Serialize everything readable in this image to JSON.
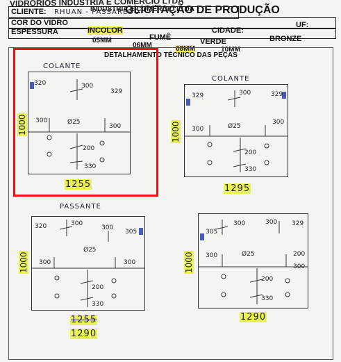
{
  "header": {
    "top_line": "VIDRORIOS INDUSTRIA E COMÉRCIO LTDA",
    "title": "OLICITAÇÃO DE PRODUÇÃO",
    "cliente_label": "CLIENTE:",
    "cliente_value": "RHUAN - PASSAREDO",
    "company": "INDUSTRIA E COMÉRCIO LTDA",
    "cor_label": "COR DO VIDRO",
    "incolor": "INCOLOR",
    "cidade": "CIDADE:",
    "uf": "UF:",
    "espessura": "ESPESSURA",
    "fume": "FUMÊ",
    "verde": "VERDE",
    "bronze": "BRONZE",
    "mm5": "05MM",
    "mm6": "06MM",
    "mm8": "08MM",
    "mm10": "10MM",
    "detalhamento": "DETALHAMENTO TÉCNICO DAS PEÇAS"
  },
  "pieces": [
    {
      "label": "COLANTE",
      "width": "1255",
      "height": "1000",
      "notes": [
        "320",
        "300",
        "329",
        "300",
        "Ø25",
        "300",
        "200",
        "330"
      ]
    },
    {
      "label": "COLANTE",
      "width": "1295",
      "height": "1000",
      "notes": [
        "329",
        "300",
        "329",
        "300",
        "Ø25",
        "300",
        "200",
        "330"
      ]
    },
    {
      "label": "PASSANTE",
      "width": "1290",
      "height": "1000",
      "strike": "1255",
      "notes": [
        "320",
        "300",
        "300",
        "305",
        "Ø25",
        "300",
        "300",
        "200",
        "330"
      ]
    },
    {
      "label": "",
      "width": "1290",
      "height": "1000",
      "notes": [
        "305",
        "300",
        "300",
        "329",
        "Ø25",
        "300",
        "200",
        "300",
        "200",
        "330"
      ]
    }
  ]
}
